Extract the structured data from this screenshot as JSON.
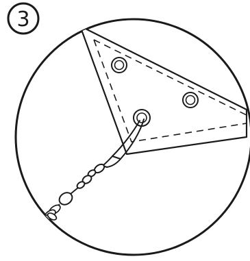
{
  "step": {
    "number": "3"
  },
  "colors": {
    "ink": "#1a1a1a",
    "paper": "#ffffff"
  },
  "icons": [
    "step-number-circle",
    "detail-magnifier-circle",
    "tarp-corner",
    "grommet",
    "snap-hook",
    "swivel",
    "rope-knot"
  ]
}
